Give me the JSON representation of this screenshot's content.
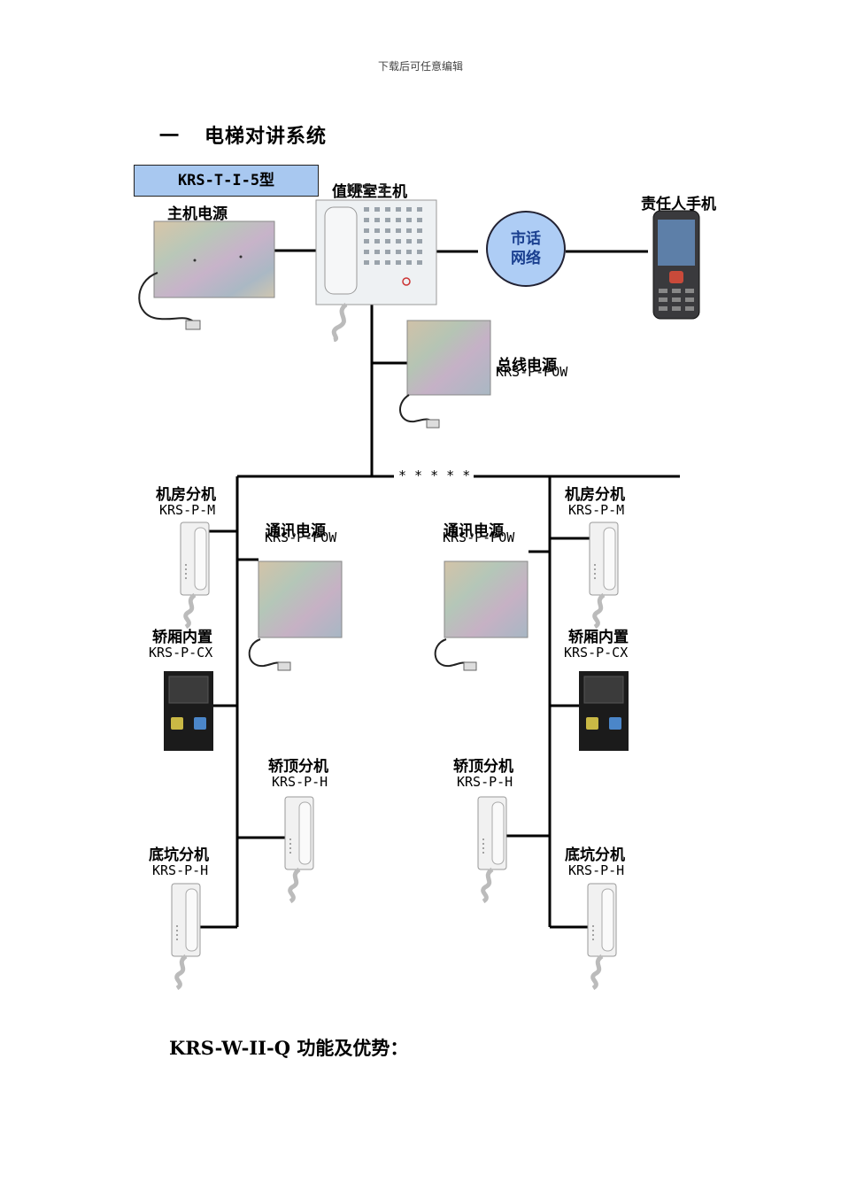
{
  "header_note": "下载后可任意编辑",
  "section": {
    "number": "一",
    "title": "电梯对讲系统"
  },
  "model_box": "KRS-T-I-5型",
  "host": {
    "label": "值班室主机",
    "code": "KRS-Z"
  },
  "host_power": {
    "label": "主机电源"
  },
  "network": {
    "line1": "市话",
    "line2": "网络"
  },
  "phone": {
    "label": "责任人手机"
  },
  "bus_power": {
    "label": "总线电源",
    "code": "KRS-P-POW"
  },
  "bus_dots": "* * * * *",
  "left_branch": {
    "machine_room": {
      "label": "机房分机",
      "code": "KRS-P-M"
    },
    "comm_power": {
      "label": "通讯电源",
      "code": "KRS-P-POW"
    },
    "car_internal": {
      "label": "轿厢内置",
      "code": "KRS-P-CX"
    },
    "car_top": {
      "label": "轿顶分机",
      "code": "KRS-P-H"
    },
    "pit": {
      "label": "底坑分机",
      "code": "KRS-P-H"
    }
  },
  "right_branch": {
    "machine_room": {
      "label": "机房分机",
      "code": "KRS-P-M"
    },
    "comm_power": {
      "label": "通讯电源",
      "code": "KRS-P-POW"
    },
    "car_internal": {
      "label": "轿厢内置",
      "code": "KRS-P-CX"
    },
    "car_top": {
      "label": "轿顶分机",
      "code": "KRS-P-H"
    },
    "pit": {
      "label": "底坑分机",
      "code": "KRS-P-H"
    }
  },
  "footer": "KRS-W-II-Q 功能及优势："
}
